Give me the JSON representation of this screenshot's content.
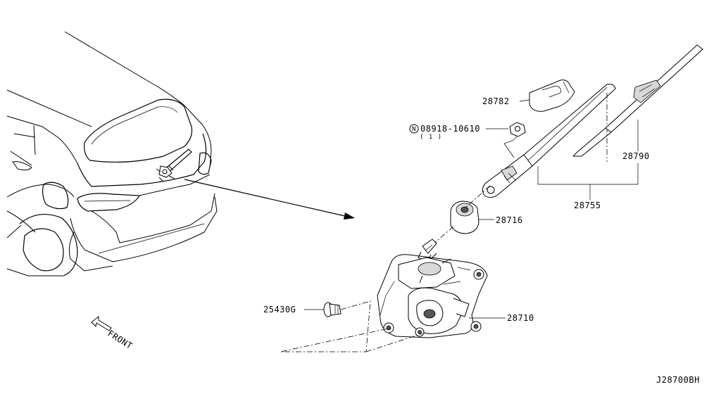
{
  "diagram_code": "J28700BH",
  "direction_label": "FRONT",
  "nut_marker": "N",
  "parts": [
    {
      "key": "cap",
      "number": "28782"
    },
    {
      "key": "nut",
      "number": "08918-10610",
      "qty": "( 1 )"
    },
    {
      "key": "blade",
      "number": "28790"
    },
    {
      "key": "arm_assembly",
      "number": "28755"
    },
    {
      "key": "seal",
      "number": "28716"
    },
    {
      "key": "grommet",
      "number": "25430G"
    },
    {
      "key": "motor",
      "number": "28710"
    }
  ]
}
